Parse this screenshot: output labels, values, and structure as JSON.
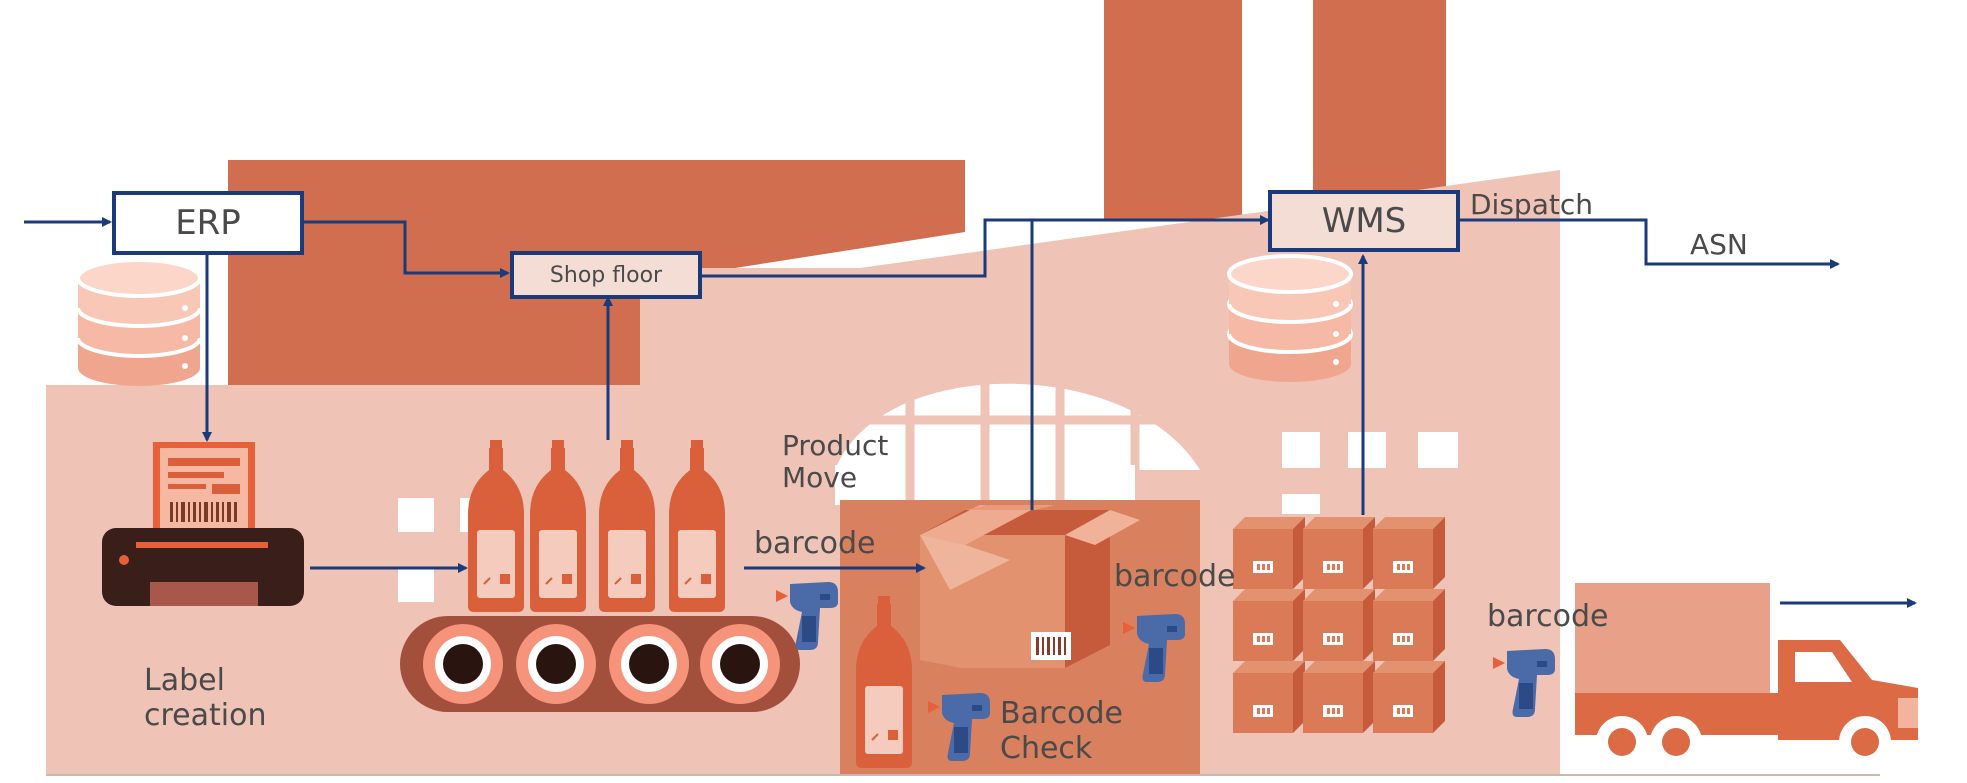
{
  "systems": {
    "erp": "ERP",
    "shop_floor": "Shop floor",
    "wms": "WMS"
  },
  "labels": {
    "dispatch": "Dispatch",
    "asn": "ASN",
    "product_move_line1": "Product",
    "product_move_line2": "Move",
    "barcode_conveyor": "barcode",
    "barcode_box": "barcode",
    "barcode_truck": "barcode",
    "barcode_check_line1": "Barcode",
    "barcode_check_line2": "Check",
    "label_creation_line1": "Label",
    "label_creation_line2": "creation"
  },
  "colors": {
    "factory_dark": "#d16e4f",
    "factory_light": "#efc4b6",
    "flow_line": "#1a3a7a",
    "scanner_blue": "#4a6aa8",
    "text": "#4a4a4a"
  },
  "icons": [
    "database-icon",
    "label-printer-icon",
    "bottle-icon",
    "conveyor-belt-icon",
    "box-icon",
    "barcode-scanner-icon",
    "pallet-icon",
    "truck-icon"
  ]
}
